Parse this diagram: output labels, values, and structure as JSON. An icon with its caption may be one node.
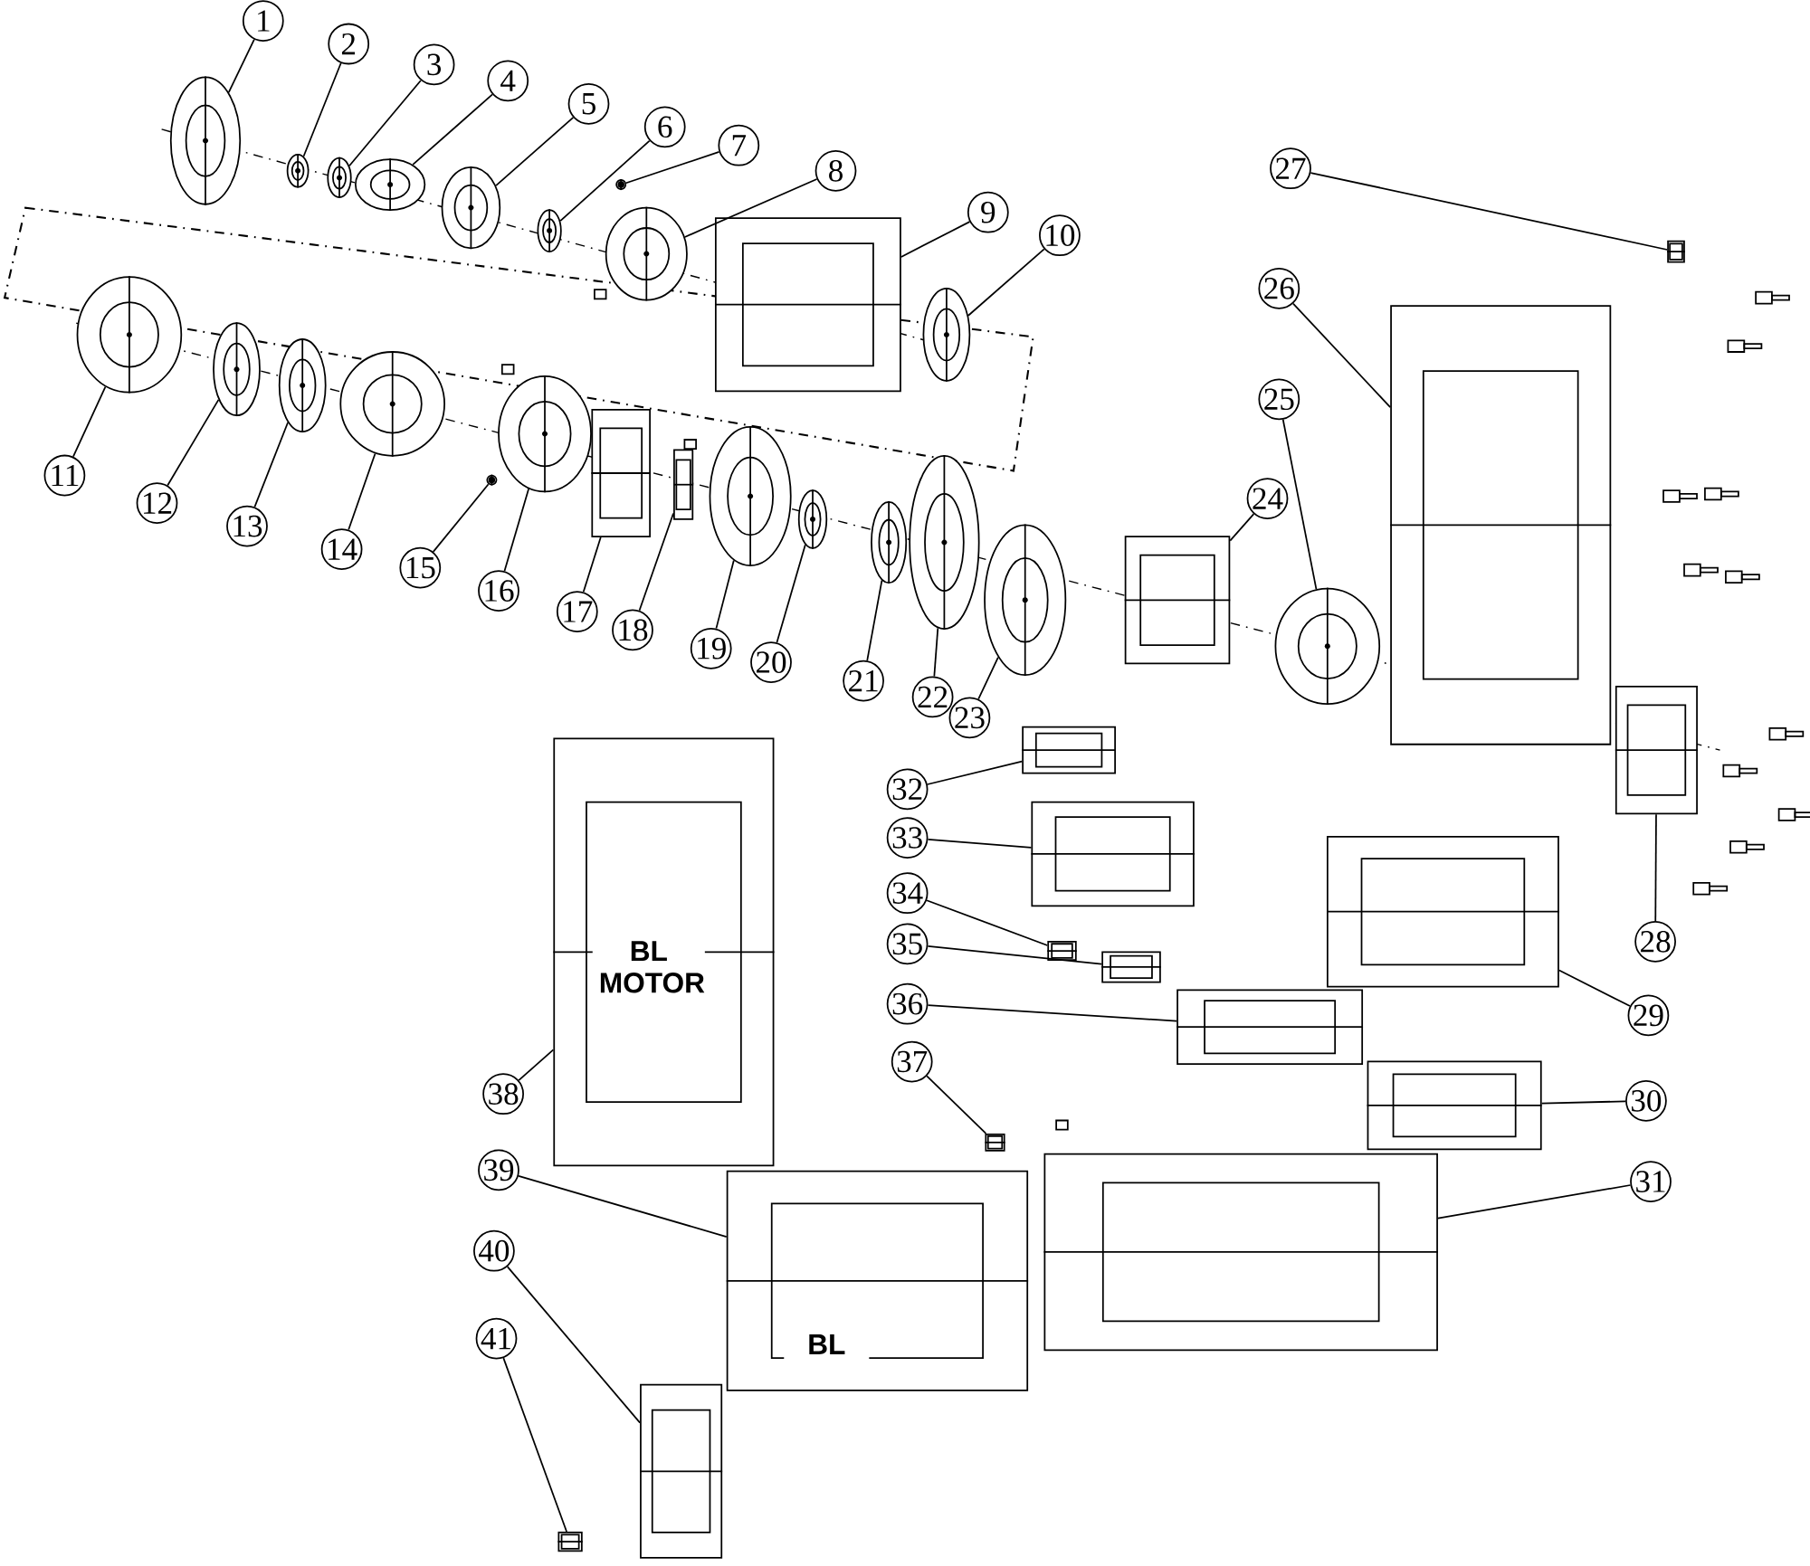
{
  "diagram": {
    "nodes": [
      {
        "text": [
          "1"
        ]
      },
      {
        "text": [
          "2"
        ]
      },
      {
        "text": [
          "3"
        ]
      },
      {
        "text": [
          "4"
        ]
      },
      {
        "text": [
          "5"
        ]
      },
      {
        "text": [
          "6"
        ]
      },
      {
        "text": [
          "7"
        ]
      },
      {
        "text": [
          "8"
        ]
      },
      {
        "text": [
          "9"
        ]
      },
      {
        "text": [
          "10"
        ]
      },
      {
        "text": [
          "11"
        ]
      },
      {
        "text": [
          "12"
        ]
      },
      {
        "text": [
          "13"
        ]
      },
      {
        "text": [
          "14"
        ]
      },
      {
        "text": [
          "15"
        ]
      },
      {
        "text": [
          "16"
        ]
      },
      {
        "text": [
          "17"
        ]
      },
      {
        "text": [
          "18"
        ]
      },
      {
        "text": [
          "19"
        ]
      },
      {
        "text": [
          "20"
        ]
      },
      {
        "text": [
          "21"
        ]
      },
      {
        "text": [
          "22"
        ]
      },
      {
        "text": [
          "23"
        ]
      },
      {
        "text": [
          "24"
        ]
      },
      {
        "text": [
          "25"
        ]
      },
      {
        "text": [
          "26"
        ]
      },
      {
        "text": [
          "27"
        ]
      },
      {
        "text": [
          "28"
        ]
      },
      {
        "text": [
          "29"
        ]
      },
      {
        "text": [
          "30"
        ]
      },
      {
        "text": [
          "31"
        ]
      },
      {
        "text": [
          "32"
        ]
      },
      {
        "text": [
          "33"
        ]
      },
      {
        "text": [
          "34"
        ]
      },
      {
        "text": [
          "35"
        ]
      },
      {
        "text": [
          "36"
        ]
      },
      {
        "text": [
          "37"
        ]
      },
      {
        "text": [
          "38"
        ]
      },
      {
        "text": [
          "39"
        ]
      },
      {
        "text": [
          "40"
        ]
      },
      {
        "text": [
          "41"
        ]
      },
      {
        "text": [],
        "shape": "picture"
      },
      {
        "text": [],
        "shape": "picture"
      },
      {
        "text": [],
        "shape": "picture"
      },
      {
        "text": [],
        "shape": "picture"
      },
      {
        "text": [],
        "shape": "picture"
      },
      {
        "text": [],
        "shape": "picture"
      },
      {
        "text": [],
        "shape": "picture"
      },
      {
        "text": [],
        "shape": "picture"
      },
      {
        "text": [],
        "shape": "picture"
      },
      {
        "text": [],
        "shape": "picture"
      },
      {
        "text": [],
        "shape": "picture"
      },
      {
        "text": [],
        "shape": "picture"
      },
      {
        "text": [],
        "shape": "picture"
      },
      {
        "text": [],
        "shape": "picture"
      },
      {
        "text": [],
        "shape": "picture"
      },
      {
        "text": [],
        "shape": "picture"
      },
      {
        "text": [],
        "shape": "picture"
      },
      {
        "text": [],
        "shape": "picture"
      },
      {
        "text": [],
        "shape": "picture"
      },
      {
        "text": [],
        "shape": "picture"
      },
      {
        "text": [],
        "shape": "picture"
      },
      {
        "text": [],
        "shape": "picture"
      },
      {
        "text": [],
        "shape": "picture"
      },
      {
        "text": [],
        "shape": "picture"
      },
      {
        "text": [],
        "shape": "picture"
      },
      {
        "text": [],
        "shape": "picture"
      },
      {
        "text": [],
        "shape": "picture"
      },
      {
        "text": [],
        "shape": "picture"
      },
      {
        "text": [],
        "shape": "picture"
      },
      {
        "text": [],
        "shape": "picture"
      },
      {
        "text": [],
        "shape": "picture"
      },
      {
        "text": [],
        "shape": "picture"
      },
      {
        "text": [],
        "shape": "picture"
      },
      {
        "text": [],
        "shape": "picture"
      },
      {
        "text": [],
        "shape": "picture"
      },
      {
        "text": [],
        "shape": "picture"
      },
      {
        "text": [],
        "shape": "picture"
      },
      {
        "text": [],
        "shape": "picture"
      },
      {
        "text": [],
        "shape": "picture"
      },
      {
        "text": [],
        "shape": "picture"
      },
      {
        "text": [],
        "shape": "picture"
      }
    ],
    "edges": [
      {
        "from": 0,
        "to": 41,
        "arrow": "none"
      },
      {
        "from": 1,
        "to": 42,
        "arrow": "none"
      },
      {
        "from": 2,
        "to": 43,
        "arrow": "none"
      },
      {
        "from": 3,
        "to": 44,
        "arrow": "none"
      },
      {
        "from": 4,
        "to": 45,
        "arrow": "none"
      },
      {
        "from": 5,
        "to": 46,
        "arrow": "none"
      },
      {
        "from": 6,
        "to": 47,
        "arrow": "none"
      },
      {
        "from": 7,
        "to": 48,
        "arrow": "none"
      },
      {
        "from": 8,
        "to": 49,
        "arrow": "none"
      },
      {
        "from": 9,
        "to": 50,
        "arrow": "none"
      },
      {
        "from": 10,
        "to": 51,
        "arrow": "none"
      },
      {
        "from": 11,
        "to": 52,
        "arrow": "none"
      },
      {
        "from": 12,
        "to": 53,
        "arrow": "none"
      },
      {
        "from": 13,
        "to": 54,
        "arrow": "none"
      },
      {
        "from": 14,
        "to": 55,
        "arrow": "none"
      },
      {
        "from": 15,
        "to": 56,
        "arrow": "none"
      },
      {
        "from": 16,
        "to": 57,
        "arrow": "none"
      },
      {
        "from": 17,
        "to": 58,
        "arrow": "none"
      },
      {
        "from": 18,
        "to": 59,
        "arrow": "none"
      },
      {
        "from": 19,
        "to": 60,
        "arrow": "none"
      },
      {
        "from": 20,
        "to": 61,
        "arrow": "none"
      },
      {
        "from": 21,
        "to": 62,
        "arrow": "none"
      },
      {
        "from": 22,
        "to": 63,
        "arrow": "none"
      },
      {
        "from": 23,
        "to": 64,
        "arrow": "none"
      },
      {
        "from": 24,
        "to": 65,
        "arrow": "none"
      },
      {
        "from": 25,
        "to": 66,
        "arrow": "none"
      },
      {
        "from": 26,
        "to": 67,
        "arrow": "none"
      },
      {
        "from": 27,
        "to": 68,
        "arrow": "none"
      },
      {
        "from": 28,
        "to": 69,
        "arrow": "none"
      },
      {
        "from": 29,
        "to": 70,
        "arrow": "none"
      },
      {
        "from": 30,
        "to": 71,
        "arrow": "none"
      },
      {
        "from": 31,
        "to": 72,
        "arrow": "none"
      },
      {
        "from": 32,
        "to": 73,
        "arrow": "none"
      },
      {
        "from": 33,
        "to": 74,
        "arrow": "none"
      },
      {
        "from": 34,
        "to": 75,
        "arrow": "none"
      },
      {
        "from": 35,
        "to": 76,
        "arrow": "none"
      },
      {
        "from": 36,
        "to": 77,
        "arrow": "none"
      },
      {
        "from": 37,
        "to": 78,
        "arrow": "none"
      },
      {
        "from": 38,
        "to": 79,
        "arrow": "none"
      },
      {
        "from": 39,
        "to": 80,
        "arrow": "none"
      },
      {
        "from": 40,
        "to": 81,
        "arrow": "none"
      }
    ],
    "labels": [
      "BL MOTOR",
      "BL"
    ]
  }
}
